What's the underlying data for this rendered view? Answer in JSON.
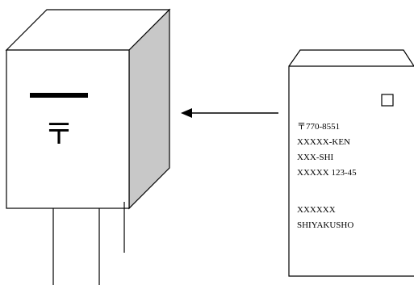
{
  "mailbox": {
    "postal_symbol": "〒",
    "side_color": "#c8c8c8"
  },
  "envelope": {
    "address_lines": [
      "〒770-8551",
      "XXXXX-KEN",
      "XXX-SHI",
      "XXXXX 123-45",
      "",
      "XXXXXX",
      "SHIYAKUSHO"
    ]
  },
  "arrow": {
    "direction": "left"
  }
}
